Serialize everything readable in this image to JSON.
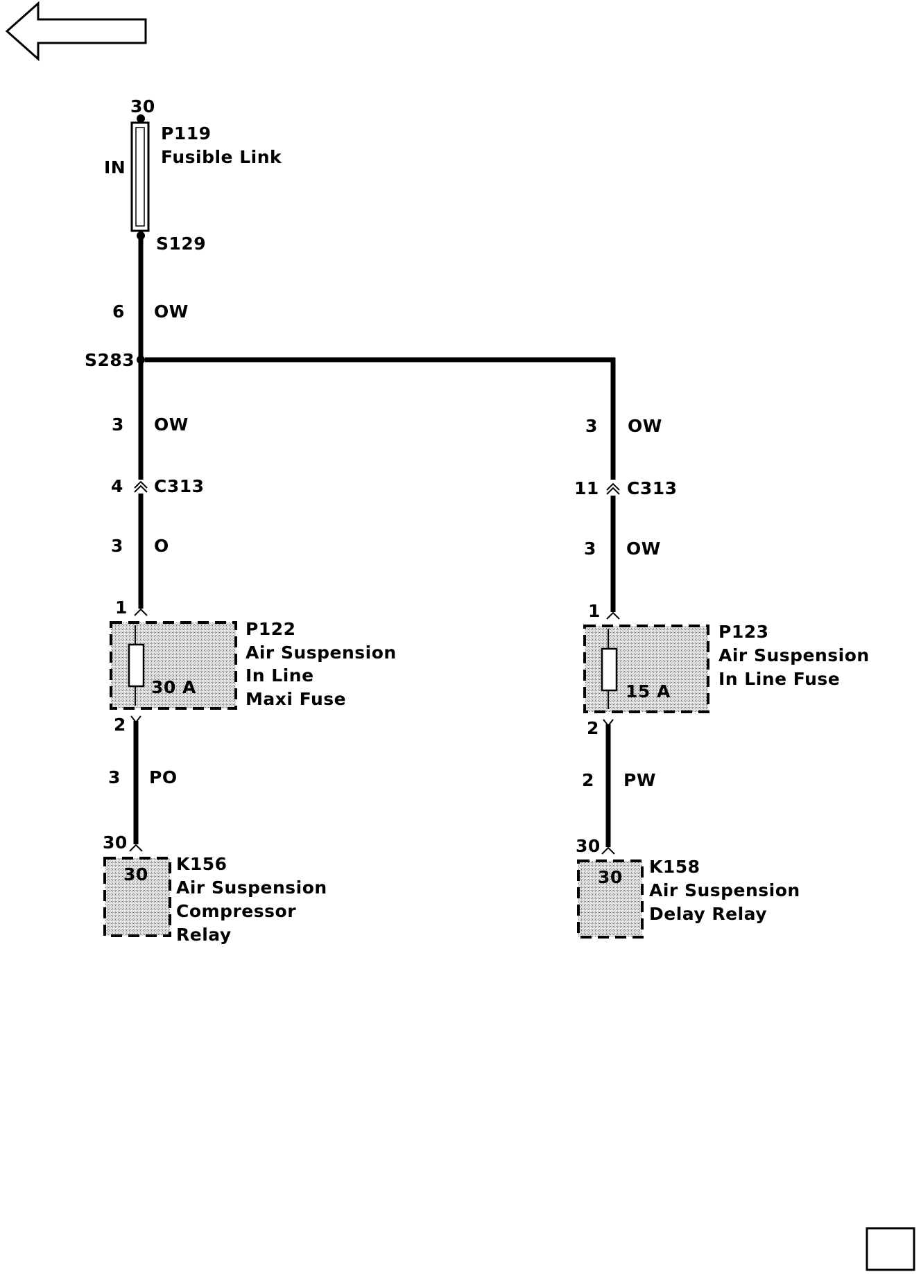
{
  "navigation": {
    "back_arrow_icon": "left-arrow-icon",
    "page_box_icon": "empty-square-icon"
  },
  "feed": {
    "top_pin": "30",
    "fusible_link_id": "P119",
    "fusible_link_name": "Fusible Link",
    "fusible_link_side": "IN",
    "splice_1": "S129",
    "splice_2": "S283"
  },
  "wires": {
    "feed_gauge": "6",
    "feed_color": "OW",
    "left_upper_gauge": "3",
    "left_upper_color": "OW",
    "left_mid_gauge": "3",
    "left_mid_color": "O",
    "left_lower_gauge": "3",
    "left_lower_color": "PO",
    "right_upper_gauge": "3",
    "right_upper_color": "OW",
    "right_mid_gauge": "3",
    "right_mid_color": "OW",
    "right_lower_gauge": "2",
    "right_lower_color": "PW"
  },
  "connectors": {
    "left_c313_pin": "4",
    "left_c313_id": "C313",
    "right_c313_pin": "11",
    "right_c313_id": "C313"
  },
  "fuse_left": {
    "pin_in": "1",
    "pin_out": "2",
    "rating": "30 A",
    "id": "P122",
    "name_line1": "Air Suspension",
    "name_line2": "In Line",
    "name_line3": "Maxi Fuse"
  },
  "fuse_right": {
    "pin_in": "1",
    "pin_out": "2",
    "rating": "15 A",
    "id": "P123",
    "name_line1": "Air Suspension",
    "name_line2": "In Line Fuse"
  },
  "relay_left": {
    "pin_label": "30",
    "inner_pin": "30",
    "id": "K156",
    "name_line1": "Air Suspension",
    "name_line2": "Compressor",
    "name_line3": "Relay"
  },
  "relay_right": {
    "pin_label": "30",
    "inner_pin": "30",
    "id": "K158",
    "name_line1": "Air Suspension",
    "name_line2": "Delay Relay"
  }
}
